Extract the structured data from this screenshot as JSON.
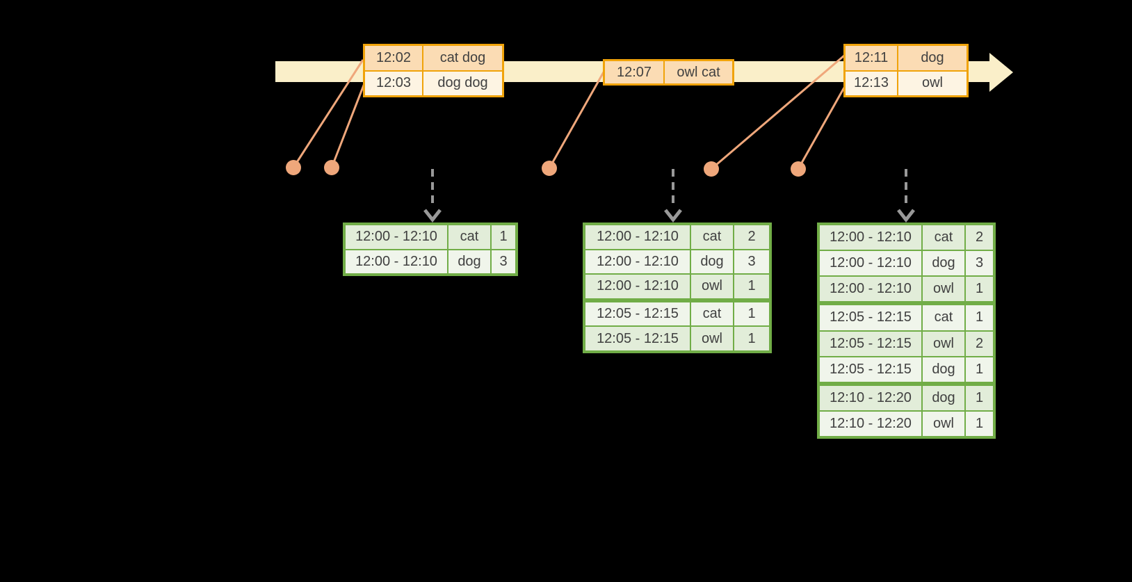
{
  "colors": {
    "background": "#000000",
    "timeline_fill": "#FAEFC9",
    "event_border": "#F0A30A",
    "event_row_peach": "#FBDCB4",
    "event_row_cream": "#FDF4E3",
    "result_border": "#71AD47",
    "result_row_dark": "#E2EDD9",
    "result_row_light": "#F0F5EB",
    "connector": "#EFA77B",
    "trigger_arrow": "#999999",
    "text": "#404040"
  },
  "icons": {
    "timeline_arrow": "block-arrow-right",
    "event_dot": "filled-circle",
    "trigger_arrow": "dashed-down-arrow"
  },
  "event_tables": [
    {
      "rows": [
        {
          "time": "12:02",
          "words": "cat dog"
        },
        {
          "time": "12:03",
          "words": "dog dog"
        }
      ]
    },
    {
      "rows": [
        {
          "time": "12:07",
          "words": "owl cat"
        }
      ]
    },
    {
      "rows": [
        {
          "time": "12:11",
          "words": "dog"
        },
        {
          "time": "12:13",
          "words": "owl"
        }
      ]
    }
  ],
  "result_tables": [
    {
      "rows": [
        {
          "window": "12:00 - 12:10",
          "word": "cat",
          "count": "1"
        },
        {
          "window": "12:00 - 12:10",
          "word": "dog",
          "count": "3"
        }
      ]
    },
    {
      "rows": [
        {
          "window": "12:00 - 12:10",
          "word": "cat",
          "count": "2"
        },
        {
          "window": "12:00 - 12:10",
          "word": "dog",
          "count": "3"
        },
        {
          "window": "12:00 - 12:10",
          "word": "owl",
          "count": "1"
        },
        {
          "window": "12:05 - 12:15",
          "word": "cat",
          "count": "1"
        },
        {
          "window": "12:05 - 12:15",
          "word": "owl",
          "count": "1"
        }
      ]
    },
    {
      "rows": [
        {
          "window": "12:00 - 12:10",
          "word": "cat",
          "count": "2"
        },
        {
          "window": "12:00 - 12:10",
          "word": "dog",
          "count": "3"
        },
        {
          "window": "12:00 - 12:10",
          "word": "owl",
          "count": "1"
        },
        {
          "window": "12:05 - 12:15",
          "word": "cat",
          "count": "1"
        },
        {
          "window": "12:05 - 12:15",
          "word": "owl",
          "count": "2"
        },
        {
          "window": "12:05 - 12:15",
          "word": "dog",
          "count": "1"
        },
        {
          "window": "12:10 - 12:20",
          "word": "dog",
          "count": "1"
        },
        {
          "window": "12:10 - 12:20",
          "word": "owl",
          "count": "1"
        }
      ]
    }
  ]
}
